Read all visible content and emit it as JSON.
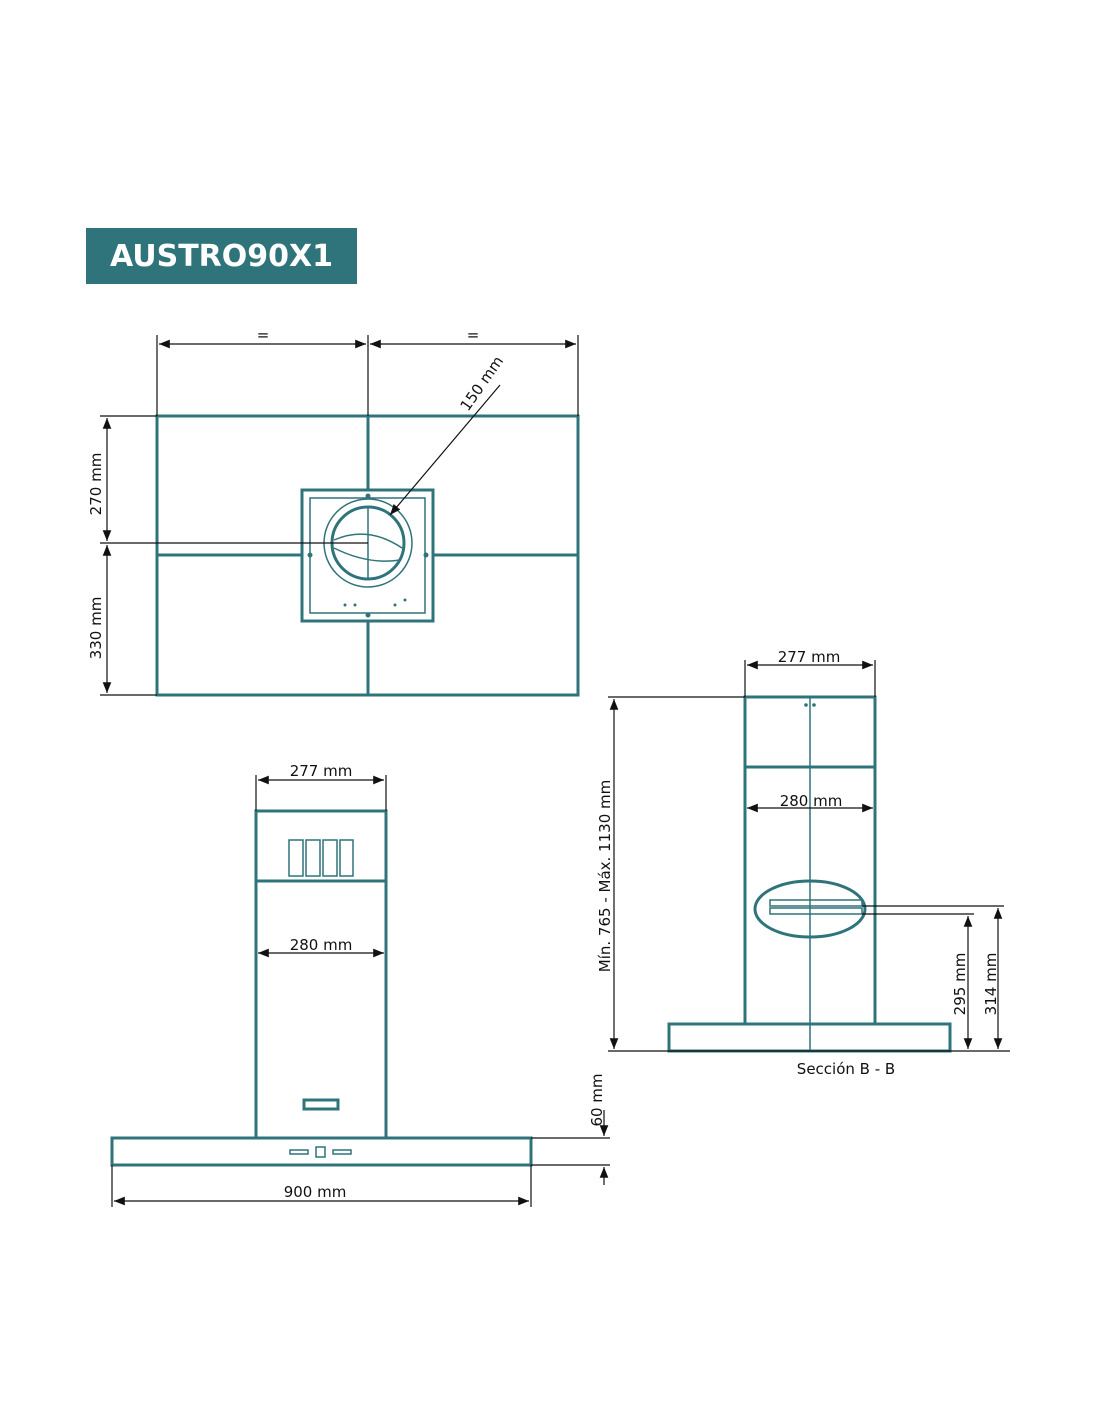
{
  "title": "AUSTRO90X1",
  "colors": {
    "accent": "#2f747b"
  },
  "top_view": {
    "equal_mark_left": "=",
    "equal_mark_right": "=",
    "duct_diameter": "150 mm",
    "depth_front": "270 mm",
    "depth_back": "330 mm"
  },
  "front_view": {
    "chimney_top_width": "277 mm",
    "chimney_width": "280 mm",
    "canopy_height": "60 mm",
    "total_width": "900 mm"
  },
  "section_view": {
    "chimney_top_width": "277 mm",
    "chimney_width": "280 mm",
    "height_range": "Mín. 765 - Máx. 1130 mm",
    "height_a": "295 mm",
    "height_b": "314 mm",
    "caption": "Sección B - B"
  }
}
